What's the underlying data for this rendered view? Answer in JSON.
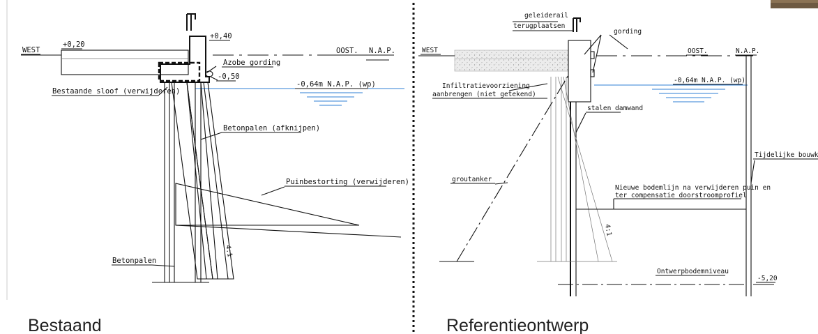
{
  "left_panel": {
    "caption": "Bestaand",
    "labels": {
      "west": "WEST",
      "level_top_left": "+0,20",
      "level_top_right": "+0,40",
      "azobe": "Azobe gording",
      "level_m050": "-0,50",
      "water_level": "-0,64m N.A.P. (wp)",
      "oost": "OOST.",
      "nap": "N.A.P.",
      "sloof": "Bestaande sloof (verwijderen)",
      "betonpalen_afknijpen": "Betonpalen (afknijpen)",
      "puinbestorting": "Puinbestorting (verwijderen)",
      "betonpalen": "Betonpalen",
      "slope": "4:1"
    }
  },
  "right_panel": {
    "caption": "Referentieontwerp",
    "labels": {
      "geleiderail": "geleiderail",
      "terugplaatsen": "terugplaatsen",
      "gording": "gording",
      "west": "WEST",
      "oost": "OOST.",
      "nap": "N.A.P.",
      "water_level": "-0,64m N.A.P. (wp)",
      "infiltratie_1": "Infiltratievoorziening",
      "infiltratie_2": "aanbrengen (niet getekend)",
      "damwand": "stalen damwand",
      "tijdelijke": "Tijdelijke bouwkuip",
      "groutanker": "groutanker",
      "bodemlijn_1": "Nieuwe bodemlijn na verwijderen puin en",
      "bodemlijn_2": "ter compensatie doorstroomprofiel",
      "slope": "4:1",
      "ontwerpbodem": "Ontwerpbodemniveau",
      "level_m520": "-5,20"
    }
  },
  "colors": {
    "water": "#2f7fd6",
    "concrete": "#e7e7e7",
    "steel": "#cfcfcf",
    "divider": "#111111"
  }
}
